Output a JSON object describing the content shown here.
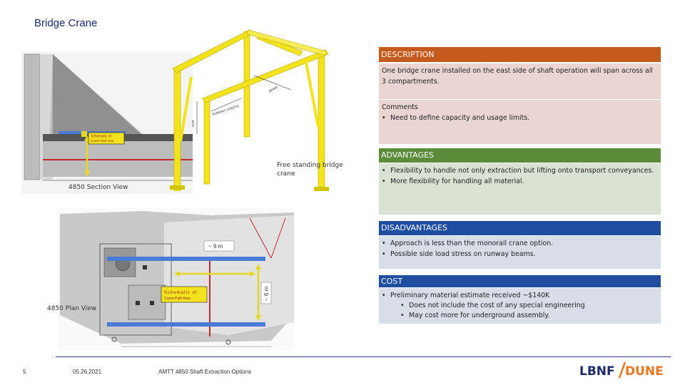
{
  "slide": {
    "title": "Bridge Crane"
  },
  "figures": {
    "section_view": {
      "caption": "4850 Section View",
      "label_line1": "Schematic of",
      "label_line2": "Crane Path Area"
    },
    "crane_render": {
      "caption": "Free standing bridge crane",
      "label_span": "SPAN",
      "label_runway": "RUNWAY LENGTH",
      "label_hub": "HUB"
    },
    "plan_view": {
      "caption": "4850 Plan View",
      "dim_horizontal": "~ 9 m",
      "dim_vertical": "~ 6 m",
      "label_line1": "Schematic of",
      "label_line2": "Crane Path Area"
    }
  },
  "sections": {
    "description": {
      "header": "DESCRIPTION",
      "body": "One bridge crane installed on the east side of shaft operation will span across all 3 compartments.",
      "comments_title": "Comments",
      "comments": [
        "Need to define capacity and usage limits."
      ]
    },
    "advantages": {
      "header": "ADVANTAGES",
      "items": [
        "Flexibility to handle not only extraction but lifting onto transport conveyances.",
        "More flexibility for handling all material."
      ]
    },
    "disadvantages": {
      "header": "DISADVANTAGES",
      "items": [
        "Approach is less than the monorail crane option.",
        "Possible side load stress on runway beams."
      ]
    },
    "cost": {
      "header": "COST",
      "item": "Preliminary material estimate received ~$140K",
      "subitems": [
        "Does not include the cost of any special engineering",
        "May cost more for underground assembly."
      ]
    }
  },
  "footer": {
    "page_number": "5",
    "date": "05.26.2021",
    "doc_title": "AMTT 4850 Shaft Extraction Options",
    "logo_left": "LBNF",
    "logo_right": "DUNE"
  },
  "colors": {
    "description_header": "#c45a1c",
    "advantages_header": "#5b8c3a",
    "disadvantages_header": "#1f4ea0",
    "cost_header": "#1f4ea0",
    "crane_yellow": "#f3e31d",
    "logo_orange": "#e87722",
    "logo_navy": "#1a2a6c"
  }
}
